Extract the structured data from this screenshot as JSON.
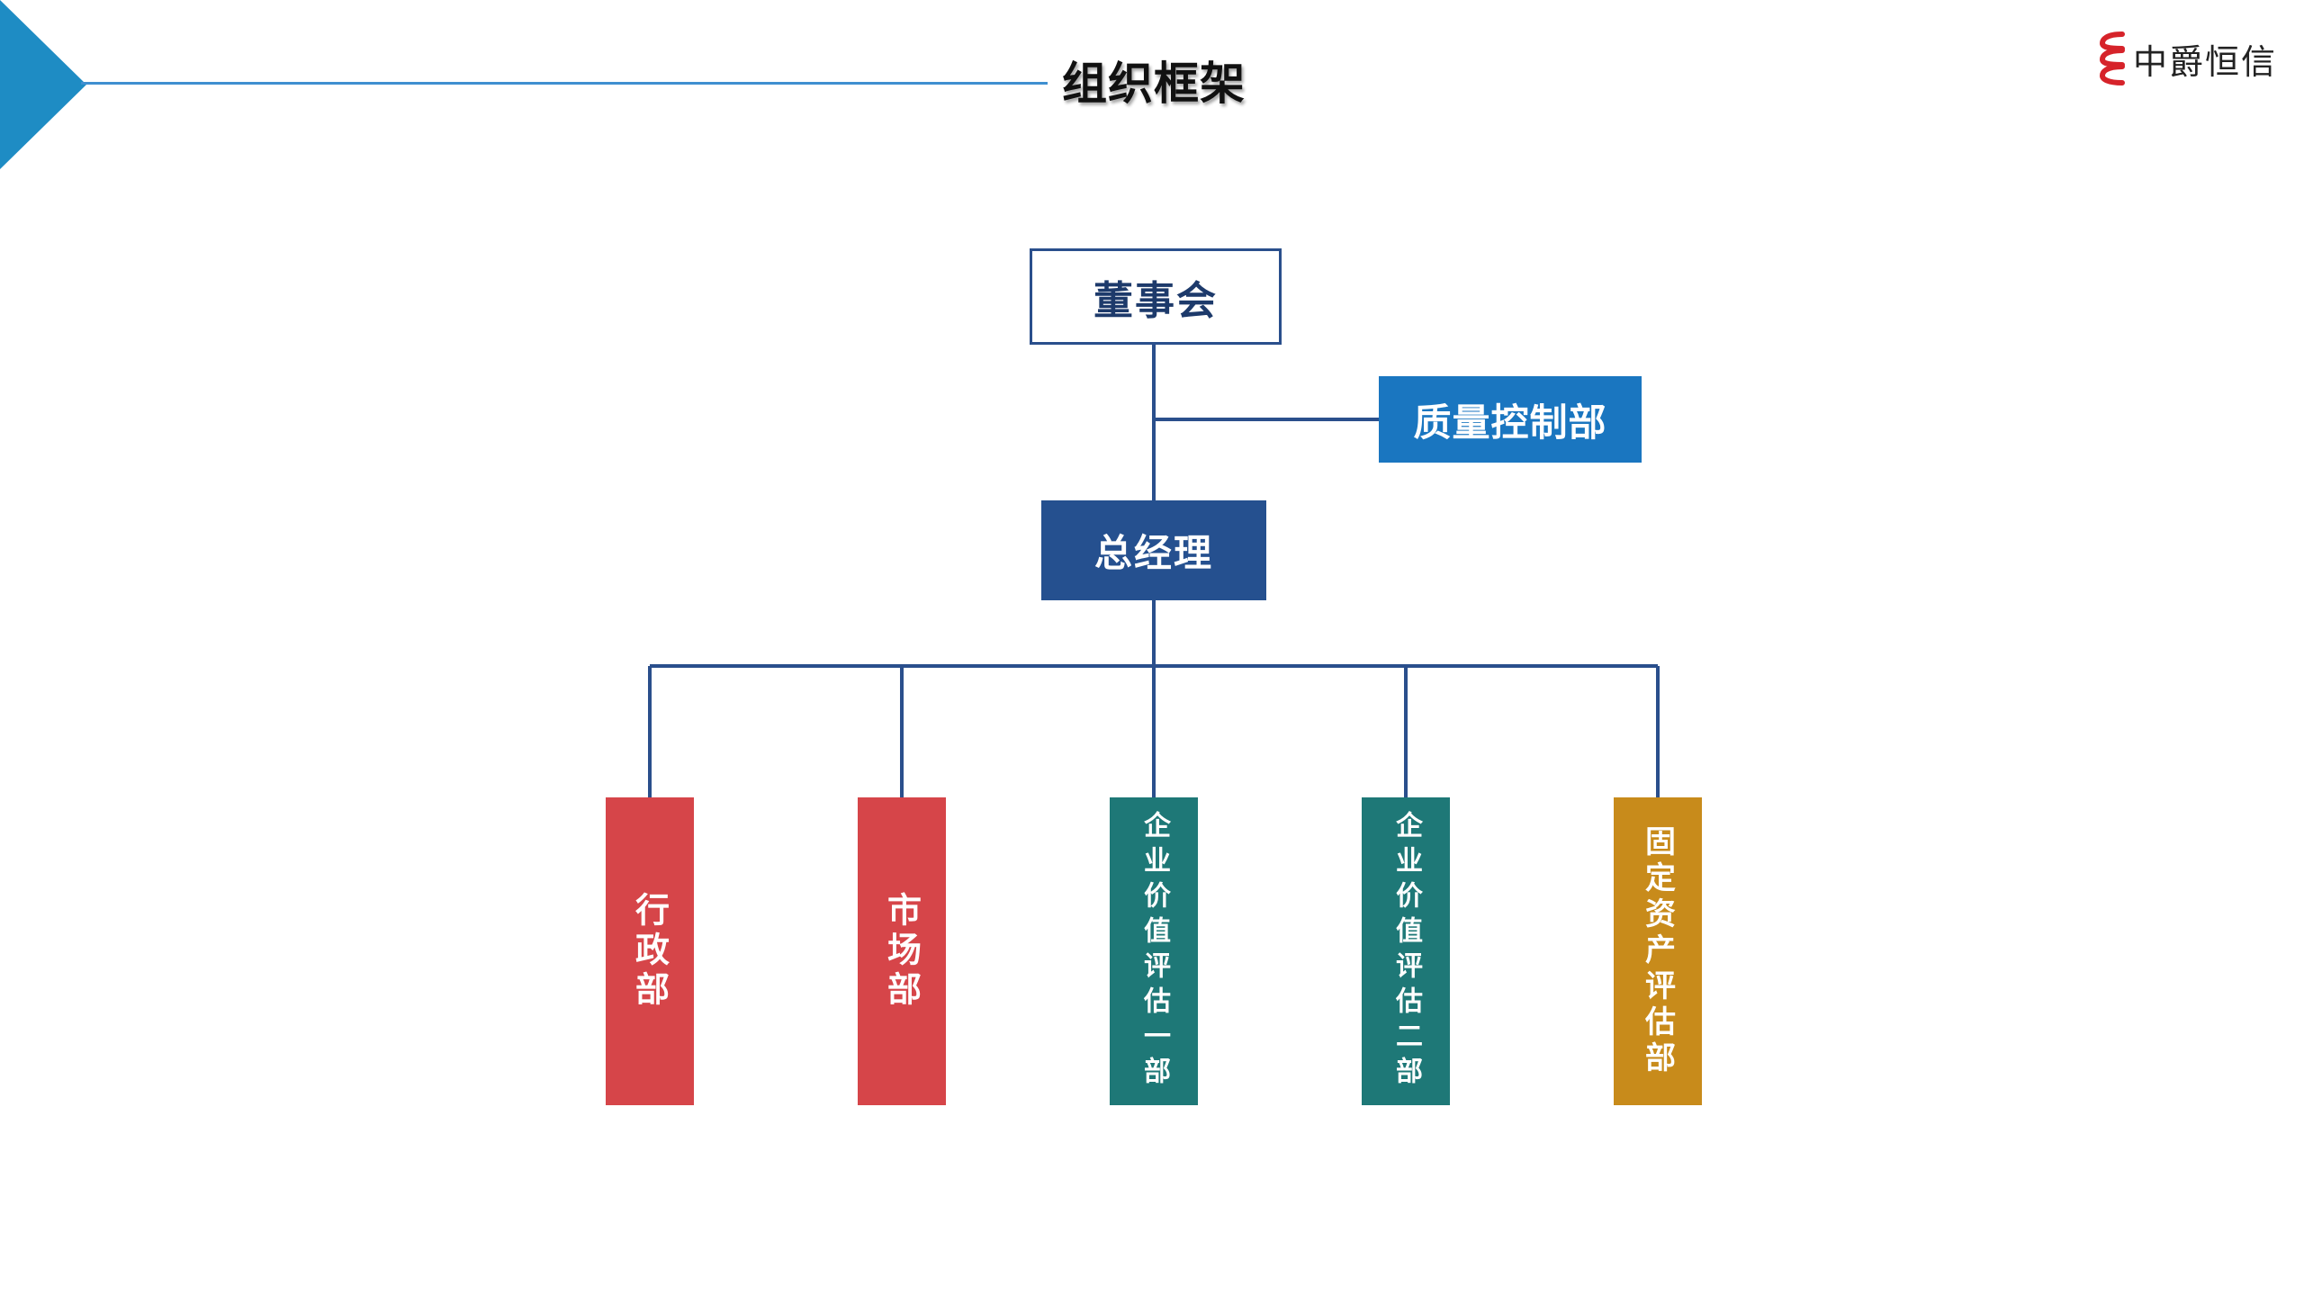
{
  "header": {
    "title": "组织框架",
    "logo_text": "中爵恒信",
    "accent_color": "#1e8cc4",
    "logo_color": "#d6232a"
  },
  "org": {
    "board": "董事会",
    "quality_control": "质量控制部",
    "general_manager": "总经理",
    "departments": [
      {
        "label": "行政部",
        "color": "#d64549"
      },
      {
        "label": "市场部",
        "color": "#d64549"
      },
      {
        "label": "企业价值评估一部",
        "color": "#1e7877"
      },
      {
        "label": "企业价值评估二部",
        "color": "#1e7877"
      },
      {
        "label": "固定资产评估部",
        "color": "#c88b1b"
      }
    ],
    "line_color": "#2a4f8c"
  }
}
